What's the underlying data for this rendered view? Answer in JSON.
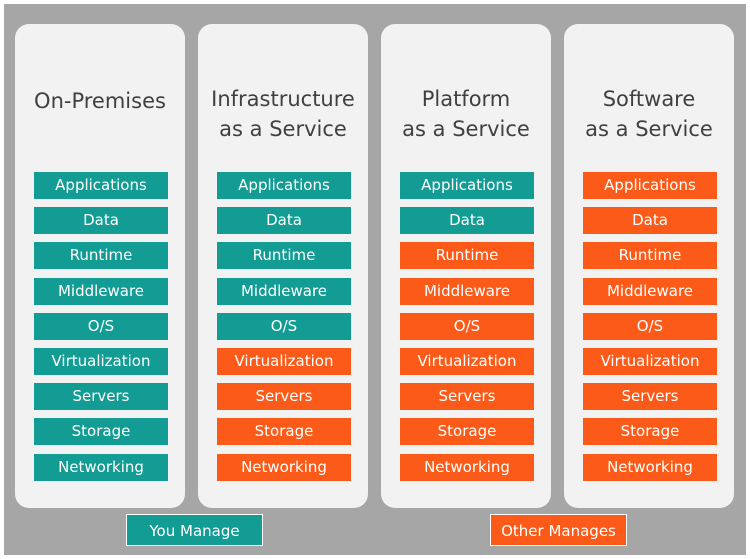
{
  "colors": {
    "you_manage": "#129c94",
    "other_manages": "#fc5a18"
  },
  "layers": [
    "Applications",
    "Data",
    "Runtime",
    "Middleware",
    "O/S",
    "Virtualization",
    "Servers",
    "Storage",
    "Networking"
  ],
  "columns": [
    {
      "title": "On-Premises",
      "managed_by": [
        "you",
        "you",
        "you",
        "you",
        "you",
        "you",
        "you",
        "you",
        "you"
      ]
    },
    {
      "title": "Infrastructure\nas a Service",
      "managed_by": [
        "you",
        "you",
        "you",
        "you",
        "you",
        "other",
        "other",
        "other",
        "other"
      ]
    },
    {
      "title": "Platform\nas a Service",
      "managed_by": [
        "you",
        "you",
        "other",
        "other",
        "other",
        "other",
        "other",
        "other",
        "other"
      ]
    },
    {
      "title": "Software\nas a Service",
      "managed_by": [
        "other",
        "other",
        "other",
        "other",
        "other",
        "other",
        "other",
        "other",
        "other"
      ]
    }
  ],
  "legend": {
    "you_manage": "You Manage",
    "other_manages": "Other Manages"
  }
}
